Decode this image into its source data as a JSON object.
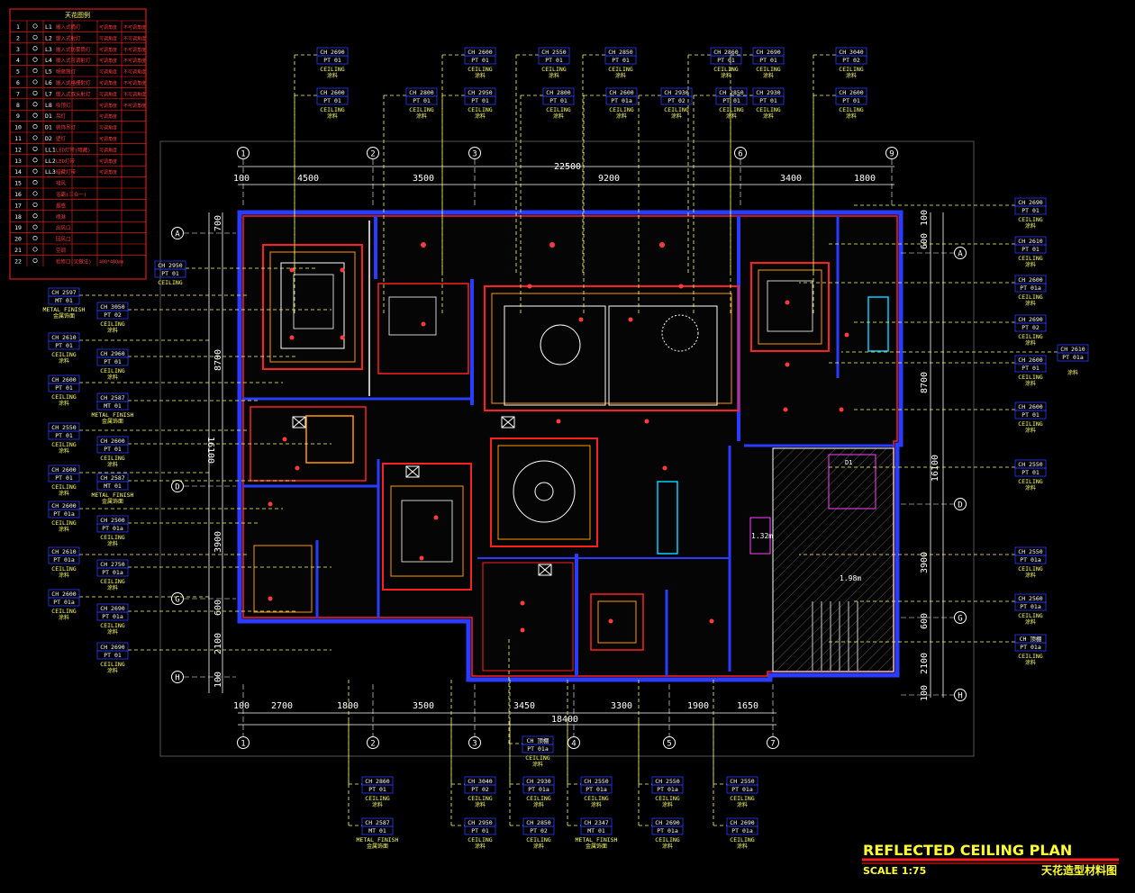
{
  "legend": {
    "title": "天花图例",
    "rows": [
      {
        "no": "1",
        "code": "L1",
        "desc": "嵌入式筒灯",
        "a": "可调角度",
        "b": "不可调角度"
      },
      {
        "no": "2",
        "code": "L2",
        "desc": "嵌入式射灯",
        "a": "可调角度",
        "b": "不可调角度"
      },
      {
        "no": "3",
        "code": "L3",
        "desc": "嵌入式防雾筒灯",
        "a": "可调角度",
        "b": "不可调角度"
      },
      {
        "no": "4",
        "code": "L4",
        "desc": "嵌入式可调射灯",
        "a": "可调角度",
        "b": "不可调角度"
      },
      {
        "no": "5",
        "code": "L5",
        "desc": "明装筒灯",
        "a": "可调角度",
        "b": "不可调角度"
      },
      {
        "no": "6",
        "code": "L6",
        "desc": "嵌入式格栅射灯",
        "a": "可调角度",
        "b": "不可调角度"
      },
      {
        "no": "7",
        "code": "L7",
        "desc": "嵌入式双头射灯",
        "a": "可调角度",
        "b": "不可调角度"
      },
      {
        "no": "8",
        "code": "L8",
        "desc": "吸顶灯",
        "a": "可调角度",
        "b": "不可调角度"
      },
      {
        "no": "9",
        "code": "D1",
        "desc": "吊灯",
        "a": "可调角度",
        "b": ""
      },
      {
        "no": "10",
        "code": "D1",
        "desc": "装饰吊灯",
        "a": "可调角度",
        "b": ""
      },
      {
        "no": "11",
        "code": "D2",
        "desc": "壁灯",
        "a": "可调角度",
        "b": ""
      },
      {
        "no": "12",
        "code": "LL1",
        "desc": "LED灯带(暗藏)",
        "a": "可调角度",
        "b": ""
      },
      {
        "no": "13",
        "code": "LL2",
        "desc": "LED灯带",
        "a": "可调角度",
        "b": ""
      },
      {
        "no": "14",
        "code": "LL3",
        "desc": "暗藏灯带",
        "a": "可调角度",
        "b": ""
      },
      {
        "no": "15",
        "code": "",
        "desc": "排风",
        "a": "",
        "b": ""
      },
      {
        "no": "16",
        "code": "",
        "desc": "浴霸(三合一)",
        "a": "",
        "b": ""
      },
      {
        "no": "17",
        "code": "",
        "desc": "烟感",
        "a": "",
        "b": ""
      },
      {
        "no": "18",
        "code": "",
        "desc": "喷淋",
        "a": "",
        "b": ""
      },
      {
        "no": "19",
        "code": "",
        "desc": "出风口",
        "a": "",
        "b": ""
      },
      {
        "no": "20",
        "code": "",
        "desc": "回风口",
        "a": "",
        "b": ""
      },
      {
        "no": "21",
        "code": "",
        "desc": "空调",
        "a": "",
        "b": ""
      },
      {
        "no": "22",
        "code": "",
        "desc": "检修口(见做法)",
        "a": "400*400mm",
        "b": ""
      }
    ]
  },
  "tags_top": [
    {
      "ch": "CH 2690",
      "pt": "PT  01",
      "label": "CEILING",
      "cn": "涂料"
    },
    {
      "ch": "CH 2600",
      "pt": "PT  01",
      "label": "CEILING",
      "cn": "涂料"
    },
    {
      "ch": "CH 2550",
      "pt": "PT  01",
      "label": "CEILING",
      "cn": "涂料"
    },
    {
      "ch": "CH 2850",
      "pt": "PT  01",
      "label": "CEILING",
      "cn": "涂料"
    },
    {
      "ch": "CH 2860",
      "pt": "PT  01",
      "label": "CEILING",
      "cn": "涂料"
    },
    {
      "ch": "CH 2690",
      "pt": "PT  01",
      "label": "CEILING",
      "cn": "涂料"
    },
    {
      "ch": "CH 3040",
      "pt": "PT  02",
      "label": "CEILING",
      "cn": "涂料"
    },
    {
      "ch": "CH 2600",
      "pt": "PT  01",
      "label": "CEILING",
      "cn": "涂料"
    },
    {
      "ch": "CH 2800",
      "pt": "PT  01",
      "label": "CEILING",
      "cn": "涂料"
    },
    {
      "ch": "CH 2950",
      "pt": "PT  01",
      "label": "CEILING",
      "cn": "涂料"
    },
    {
      "ch": "CH 2800",
      "pt": "PT  01",
      "label": "CEILING",
      "cn": "涂料"
    },
    {
      "ch": "CH 2600",
      "pt": "PT  01a",
      "label": "CEILING",
      "cn": "涂料"
    },
    {
      "ch": "CH 2930",
      "pt": "PT  02",
      "label": "CEILING",
      "cn": "涂料"
    },
    {
      "ch": "CH 2850",
      "pt": "PT  01",
      "label": "CEILING",
      "cn": "涂料"
    },
    {
      "ch": "CH 2930",
      "pt": "PT  01",
      "label": "CEILING",
      "cn": "涂料"
    },
    {
      "ch": "CH 2600",
      "pt": "PT  01",
      "label": "CEILING",
      "cn": "涂料"
    }
  ],
  "tags_left": [
    {
      "ch": "CH 2950",
      "pt": "PT  01",
      "label": "CEILING",
      "cn": ""
    },
    {
      "ch": "CH 2597",
      "pt": "MT  01",
      "label": "METAL FINISH",
      "cn": "金属饰面"
    },
    {
      "ch": "CH 3050",
      "pt": "PT  02",
      "label": "CEILING",
      "cn": "涂料"
    },
    {
      "ch": "CH 2610",
      "pt": "PT  01",
      "label": "CEILING",
      "cn": "涂料"
    },
    {
      "ch": "CH 2960",
      "pt": "PT  01",
      "label": "CEILING",
      "cn": "涂料"
    },
    {
      "ch": "CH 2600",
      "pt": "PT  01",
      "label": "CEILING",
      "cn": "涂料"
    },
    {
      "ch": "CH 2587",
      "pt": "MT  01",
      "label": "METAL FINISH",
      "cn": "金属饰面"
    },
    {
      "ch": "CH 2550",
      "pt": "PT  01",
      "label": "CEILING",
      "cn": "涂料"
    },
    {
      "ch": "CH 2600",
      "pt": "PT  01",
      "label": "CEILING",
      "cn": "涂料"
    },
    {
      "ch": "CH 2600",
      "pt": "PT  01",
      "label": "CEILING",
      "cn": "涂料"
    },
    {
      "ch": "CH 2587",
      "pt": "MT  01",
      "label": "METAL FINISH",
      "cn": "金属饰面"
    },
    {
      "ch": "CH 2600",
      "pt": "PT  01a",
      "label": "CEILING",
      "cn": "涂料"
    },
    {
      "ch": "CH 2500",
      "pt": "PT  01a",
      "label": "CEILING",
      "cn": "涂料"
    },
    {
      "ch": "CH 2610",
      "pt": "PT  01a",
      "label": "CEILING",
      "cn": "涂料"
    },
    {
      "ch": "CH 2750",
      "pt": "PT  01a",
      "label": "CEILING",
      "cn": "涂料"
    },
    {
      "ch": "CH 2600",
      "pt": "PT  01a",
      "label": "CEILING",
      "cn": "涂料"
    },
    {
      "ch": "CH 2690",
      "pt": "PT  01a",
      "label": "CEILING",
      "cn": "涂料"
    },
    {
      "ch": "CH 2690",
      "pt": "PT  01",
      "label": "CEILING",
      "cn": "涂料"
    }
  ],
  "tags_right": [
    {
      "ch": "CH 2690",
      "pt": "PT  01",
      "label": "CEILING",
      "cn": "涂料"
    },
    {
      "ch": "CH 2610",
      "pt": "PT  01",
      "label": "CEILING",
      "cn": "涂料"
    },
    {
      "ch": "CH 2600",
      "pt": "PT  01a",
      "label": "CEILING",
      "cn": "涂料"
    },
    {
      "ch": "CH 2690",
      "pt": "PT  02",
      "label": "CEILING",
      "cn": "涂料"
    },
    {
      "ch": "CH 2600",
      "pt": "PT  01",
      "label": "CEILING",
      "cn": "涂料"
    },
    {
      "ch": "CH 2610",
      "pt": "PT  01a",
      "label": "",
      "cn": "涂料"
    },
    {
      "ch": "CH 2600",
      "pt": "PT  01",
      "label": "CEILING",
      "cn": "涂料"
    },
    {
      "ch": "CH 2550",
      "pt": "PT  01",
      "label": "CEILING",
      "cn": "涂料"
    },
    {
      "ch": "CH 2550",
      "pt": "PT  01a",
      "label": "CEILING",
      "cn": "涂料"
    },
    {
      "ch": "CH 2560",
      "pt": "PT  01a",
      "label": "CEILING",
      "cn": "涂料"
    },
    {
      "ch": "CH 顶棚",
      "pt": "PT  01a",
      "label": "CEILING",
      "cn": "涂料"
    }
  ],
  "tags_bottom": [
    {
      "ch": "CH 顶棚",
      "pt": "PT  01a",
      "label": "CEILING",
      "cn": "涂料"
    },
    {
      "ch": "CH 2860",
      "pt": "PT  01",
      "label": "CEILING",
      "cn": "涂料"
    },
    {
      "ch": "CH 3040",
      "pt": "PT  02",
      "label": "CEILING",
      "cn": "涂料"
    },
    {
      "ch": "CH 2930",
      "pt": "PT  01a",
      "label": "CEILING",
      "cn": "涂料"
    },
    {
      "ch": "CH 2550",
      "pt": "PT  01a",
      "label": "CEILING",
      "cn": "涂料"
    },
    {
      "ch": "CH 2550",
      "pt": "PT  01a",
      "label": "CEILING",
      "cn": "涂料"
    },
    {
      "ch": "CH 2550",
      "pt": "PT  01a",
      "label": "CEILING",
      "cn": "涂料"
    },
    {
      "ch": "CH 2587",
      "pt": "MT  01",
      "label": "METAL FINISH",
      "cn": "金属饰面"
    },
    {
      "ch": "CH 2950",
      "pt": "PT  01",
      "label": "CEILING",
      "cn": "涂料"
    },
    {
      "ch": "CH 2850",
      "pt": "PT  02",
      "label": "CEILING",
      "cn": "涂料"
    },
    {
      "ch": "CH 2347",
      "pt": "MT  01",
      "label": "METAL FINISH",
      "cn": "金属饰面"
    },
    {
      "ch": "CH 2690",
      "pt": "PT  01a",
      "label": "CEILING",
      "cn": "涂料"
    },
    {
      "ch": "CH 2690",
      "pt": "PT  01a",
      "label": "CEILING",
      "cn": "涂料"
    }
  ],
  "dims": {
    "top_total": "22500",
    "top_segments": [
      "100",
      "4500",
      "3500",
      "9200",
      "3400",
      "1800"
    ],
    "bottom_total": "18400",
    "bottom_segments": [
      "100",
      "2700",
      "1800",
      "3500",
      "3450",
      "3300",
      "1900",
      "1650"
    ],
    "left_total": "16100",
    "left_segments": [
      "700",
      "8700",
      "3900",
      "600",
      "2100",
      "100"
    ],
    "right_total": "16100",
    "right_segments": [
      "100",
      "600",
      "8700",
      "3900",
      "600",
      "2100",
      "100"
    ]
  },
  "grids": {
    "top": [
      "1",
      "2",
      "3",
      "6",
      "9"
    ],
    "bottom": [
      "1",
      "2",
      "3",
      "4",
      "5",
      "7"
    ],
    "left": [
      "A",
      "D",
      "G",
      "H"
    ],
    "right": [
      "A",
      "D",
      "G",
      "H"
    ]
  },
  "room_notes": [
    "1.32m",
    "1.98m",
    "D1"
  ],
  "title": {
    "main": "REFLECTED CEILING PLAN",
    "scale": "SCALE 1:75",
    "cn": "天花造型材料图"
  },
  "colors": {
    "yellow": "#ffff66",
    "red": "#ff2020",
    "blue": "#2a3cff",
    "cyan": "#00d0ff",
    "white": "#ffffff",
    "orange": "#ff9900",
    "magenta": "#ff40ff"
  }
}
